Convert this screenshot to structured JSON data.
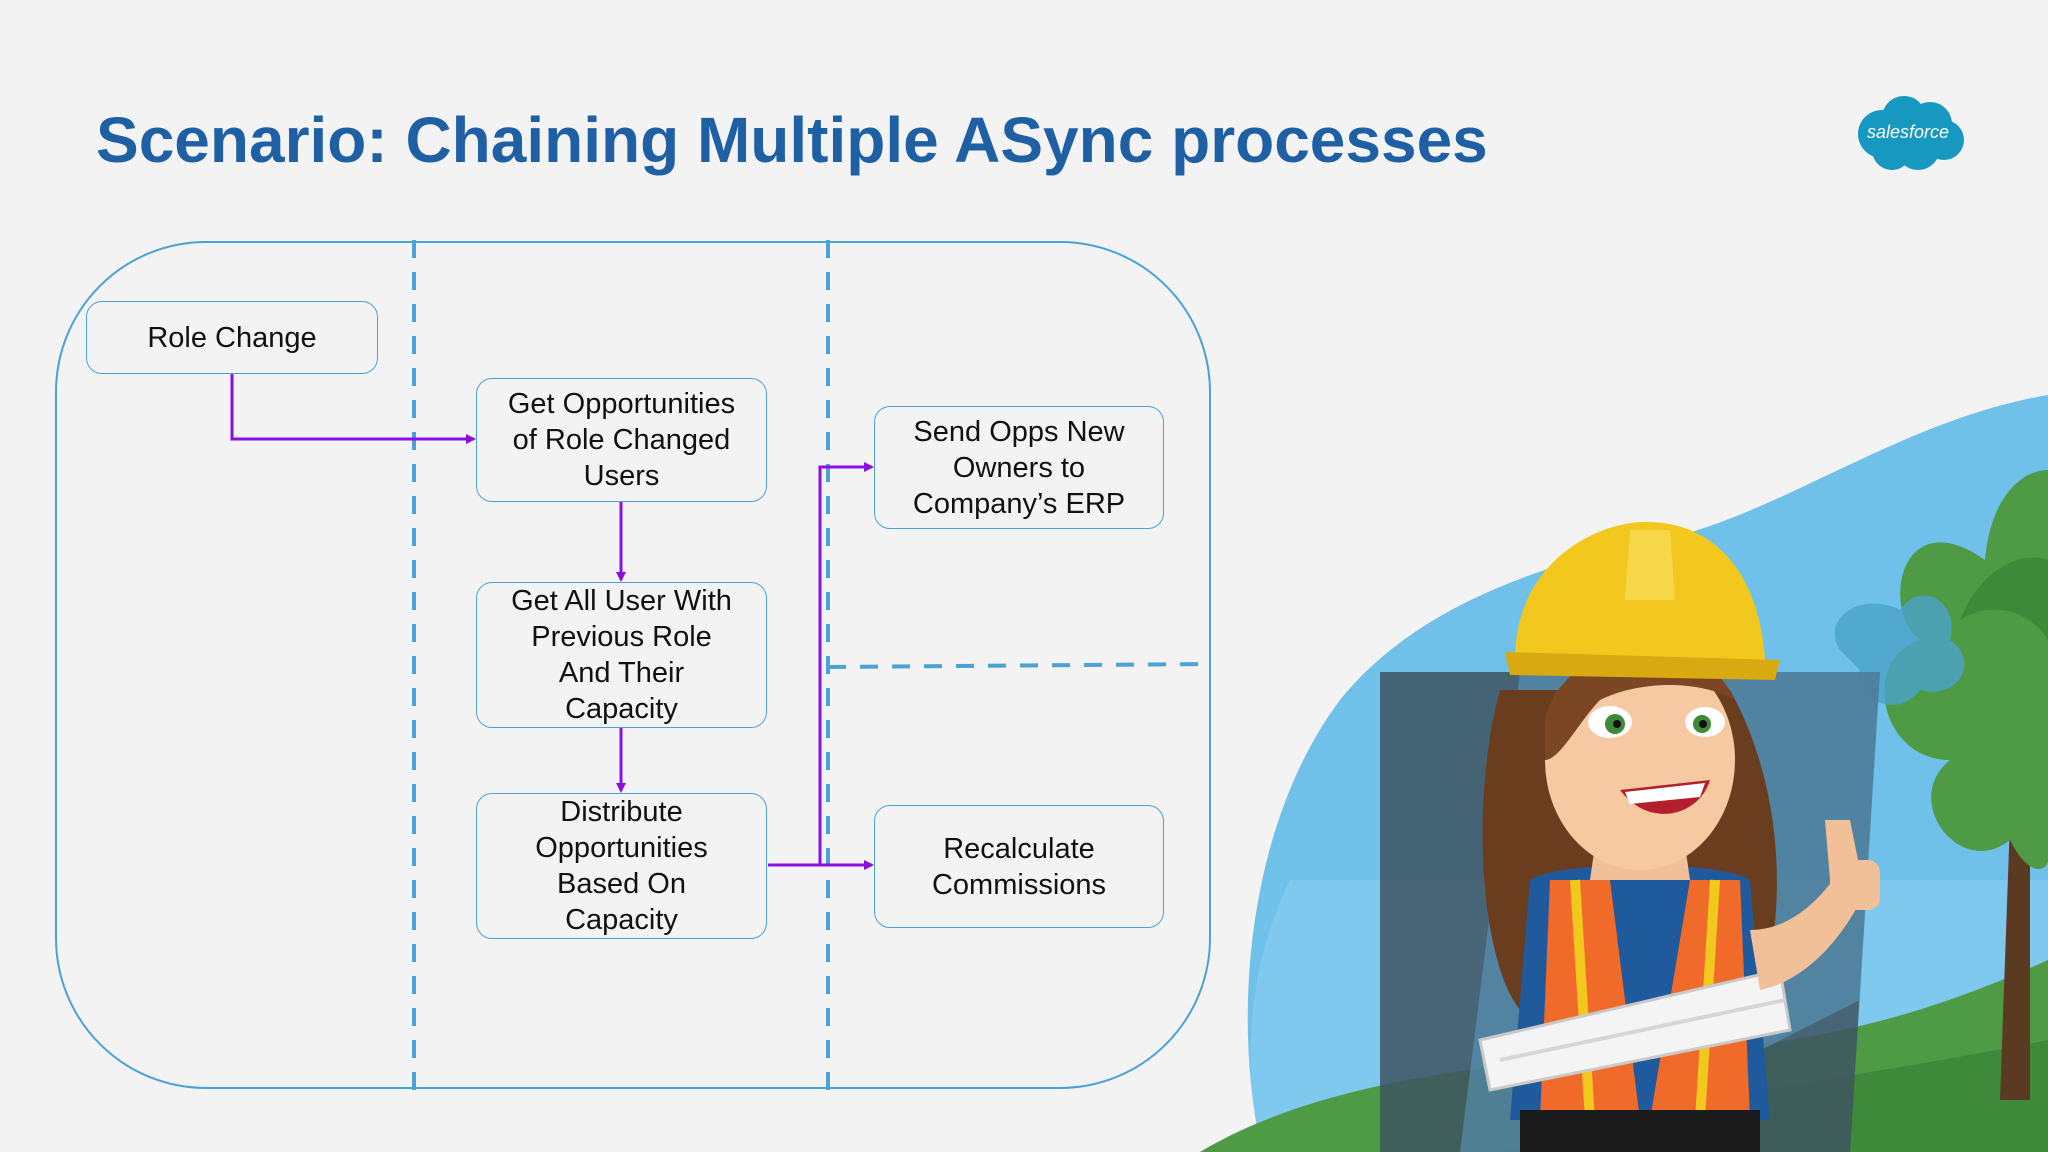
{
  "slide": {
    "title": "Scenario: Chaining Multiple ASync processes",
    "title_color": "#1f5fa3",
    "background_color": "#f3f3f3"
  },
  "logo": {
    "text": "salesforce",
    "color": "#1798c1",
    "icon": "salesforce-cloud-logo"
  },
  "diagram": {
    "line_color": "#8b0fe0",
    "border_color": "#4aa2d6",
    "nodes": {
      "role_change": "Role Change",
      "get_opportunities": "Get Opportunities\nof Role Changed\nUsers",
      "get_all_users": "Get All User With\nPrevious Role\nAnd Their\nCapacity",
      "distribute": "Distribute\nOpportunities\nBased On\nCapacity",
      "send_opps": "Send Opps New\nOwners to\nCompany’s ERP",
      "recalculate": "Recalculate\nCommissions"
    }
  },
  "illustration": {
    "icon": "construction-worker-thumbs-up-illustration",
    "accent_colors": {
      "sky": "#6fc1ea",
      "helmet": "#f2c81e",
      "vest": "#f06a2a",
      "tree": "#3f8a3a"
    }
  }
}
